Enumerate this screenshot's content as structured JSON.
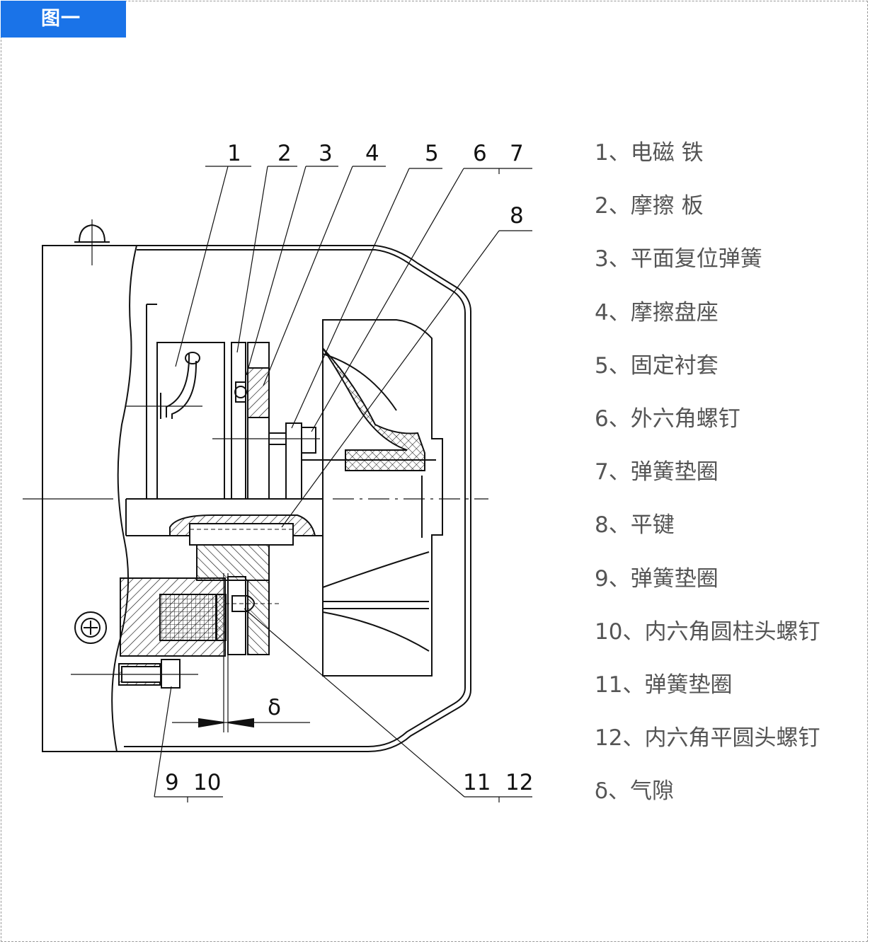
{
  "figure_tab": "图一",
  "callouts": {
    "c1": "1",
    "c2": "2",
    "c3": "3",
    "c4": "4",
    "c5": "5",
    "c6": "6",
    "c7": "7",
    "c8": "8",
    "c9": "9",
    "c10": "10",
    "c11": "11",
    "c12": "12",
    "delta": "δ"
  },
  "legend": [
    "1、电磁 铁",
    "2、摩擦 板",
    "3、平面复位弹簧",
    "4、摩擦盘座",
    "5、固定衬套",
    "6、外六角螺钉",
    "7、弹簧垫圈",
    "8、平键",
    "9、弹簧垫圈",
    "10、内六角圆柱头螺钉",
    "11、弹簧垫圈",
    "12、内六角平圆头螺钉",
    "δ、气隙"
  ],
  "colors": {
    "tab_bg": "#1a73e8",
    "tab_text": "#ffffff",
    "line": "#111111",
    "legend_text": "#555555",
    "frame": "#9a9a9a"
  }
}
